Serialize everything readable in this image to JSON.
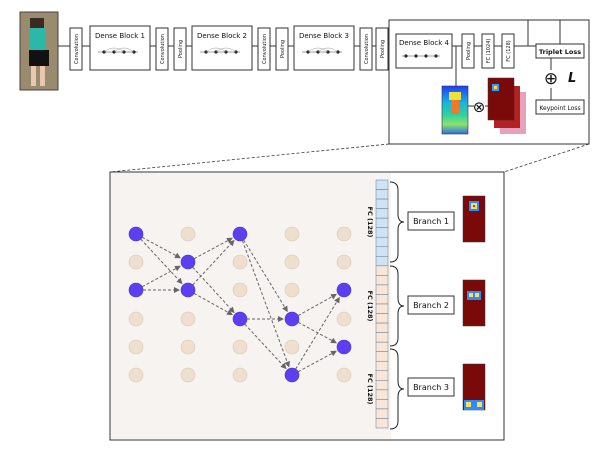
{
  "top": {
    "conv1": "Convolution",
    "dense1": "Dense Block 1",
    "conv2": "Convolution",
    "pool1": "Pooling",
    "dense2": "Dense Block 2",
    "conv3": "Convolution",
    "pool2": "Pooling",
    "dense3": "Dense Block 3",
    "conv4": "Convolution",
    "pool3": "Pooling",
    "dense4": "Dense Block 4",
    "pool4": "Pooling",
    "fc1024": "FC (1024)",
    "fc128": "FC (128)",
    "triplet": "Triplet Loss",
    "keypoint": "Keypoint Loss",
    "oplus": "⊕",
    "loss_symbol": "L",
    "otimes": "⊗"
  },
  "detail": {
    "fc_labels": [
      "FC (128)",
      "FC (128)",
      "FC (128)"
    ],
    "branches": [
      "Branch 1",
      "Branch 2",
      "Branch 3"
    ]
  },
  "colors": {
    "active_node": "#5b3ff0",
    "inactive_node": "#eedfcf",
    "fc_blue": "#cfe3f7",
    "fc_peach": "#f8e6d8",
    "heatmap_bg": "#7a0a0a"
  }
}
